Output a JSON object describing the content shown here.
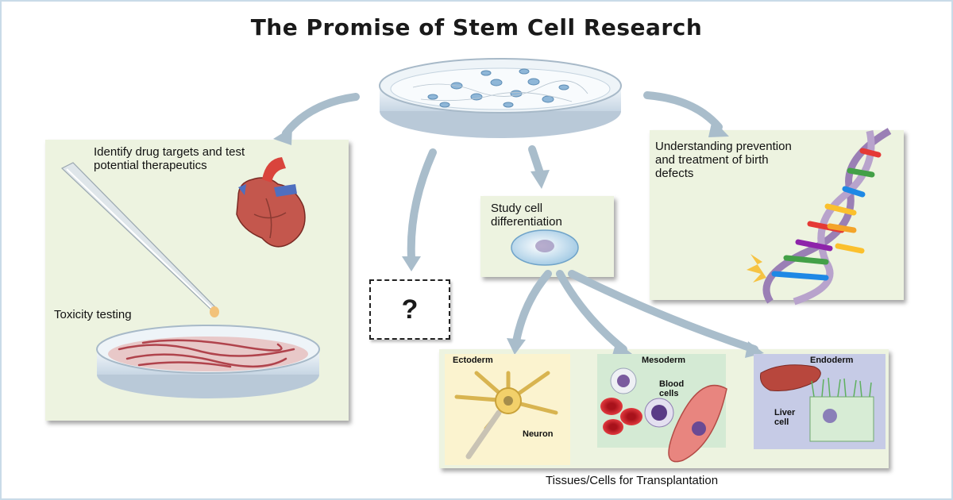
{
  "title": "The Promise of Stem Cell Research",
  "drug_panel": {
    "heading": "Identify drug targets and test potential therapeutics",
    "toxicity": "Toxicity testing"
  },
  "birth_defects_panel": {
    "heading": "Understanding prevention and treatment of birth defects"
  },
  "differentiation_panel": {
    "heading": "Study cell differentiation"
  },
  "unknown": {
    "symbol": "?"
  },
  "transplant_panel": {
    "caption": "Tissues/Cells for Transplantation",
    "ectoderm": "Ectoderm",
    "mesoderm": "Mesoderm",
    "endoderm": "Endoderm",
    "neuron": "Neuron",
    "blood_cells": "Blood cells",
    "liver_cell": "Liver cell"
  }
}
